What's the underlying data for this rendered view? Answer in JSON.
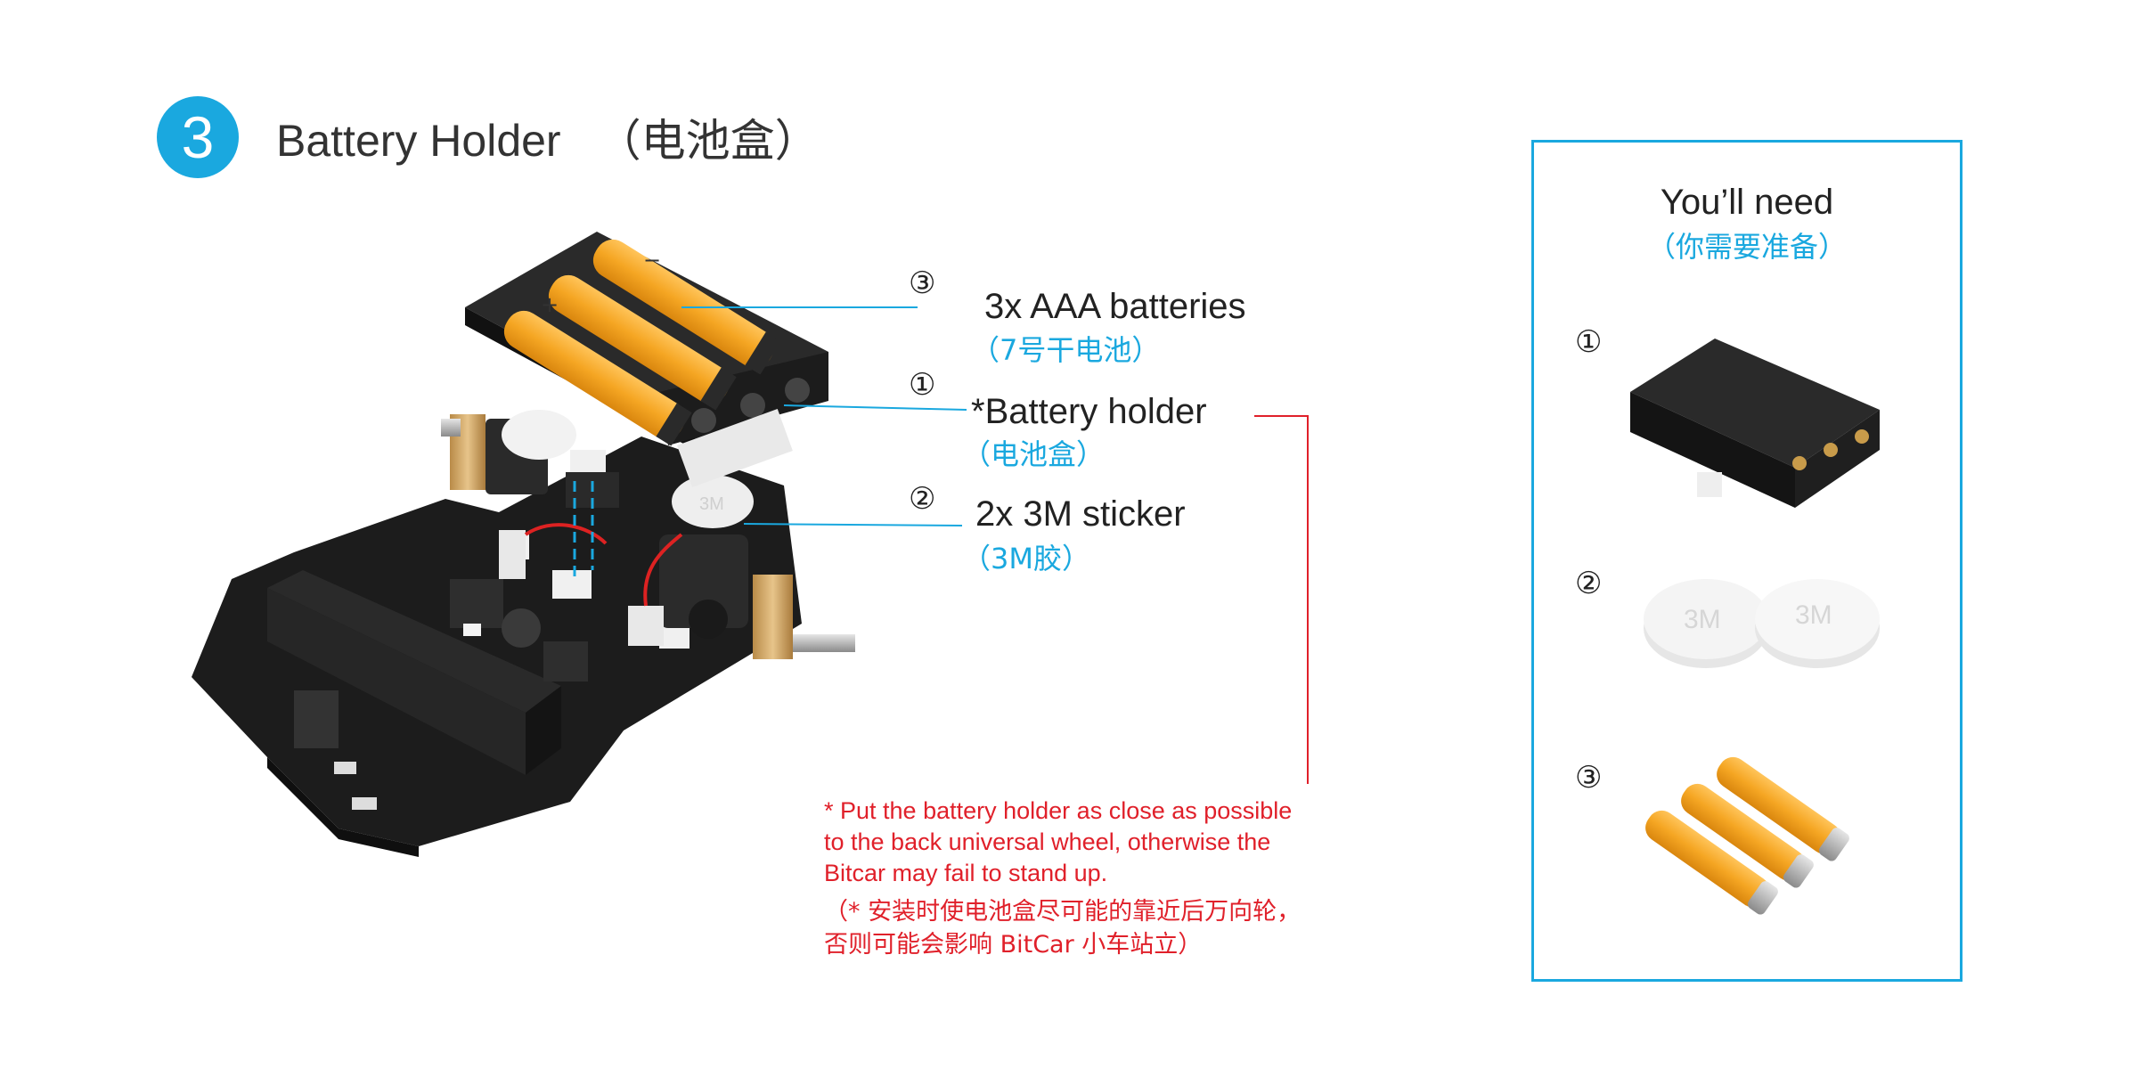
{
  "header": {
    "step_number": "3",
    "title": "Battery Holder",
    "title_cn": "（电池盒）"
  },
  "callouts": [
    {
      "number": "③",
      "label": "3x AAA batteries",
      "sub": "（7号干电池）"
    },
    {
      "number": "①",
      "label": "*Battery holder",
      "sub": "（电池盒）"
    },
    {
      "number": "②",
      "label": "2x 3M sticker",
      "sub": "（3M胶）"
    }
  ],
  "note": {
    "lines": [
      "* Put the battery holder as close as possible",
      "to the back universal wheel, otherwise the",
      "Bitcar may fail to stand up."
    ],
    "cn_lines": [
      "（* 安装时使电池盒尽可能的靠近后万向轮，",
      "否则可能会影响 BitCar 小车站立）"
    ]
  },
  "needs": {
    "title": "You’ll need",
    "sub": "（你需要准备）",
    "items": [
      {
        "number": "①",
        "icon": "battery-holder-icon"
      },
      {
        "number": "②",
        "icon": "sticker-icon",
        "text": "3M"
      },
      {
        "number": "③",
        "icon": "aaa-battery-icon",
        "plus": "+",
        "minus": "−"
      }
    ]
  },
  "colors": {
    "accent": "#1aa8df",
    "note_red": "#e0202a",
    "battery_orange": "#f5a623",
    "board_black": "#1c1c1c",
    "text_dark": "#222222"
  }
}
